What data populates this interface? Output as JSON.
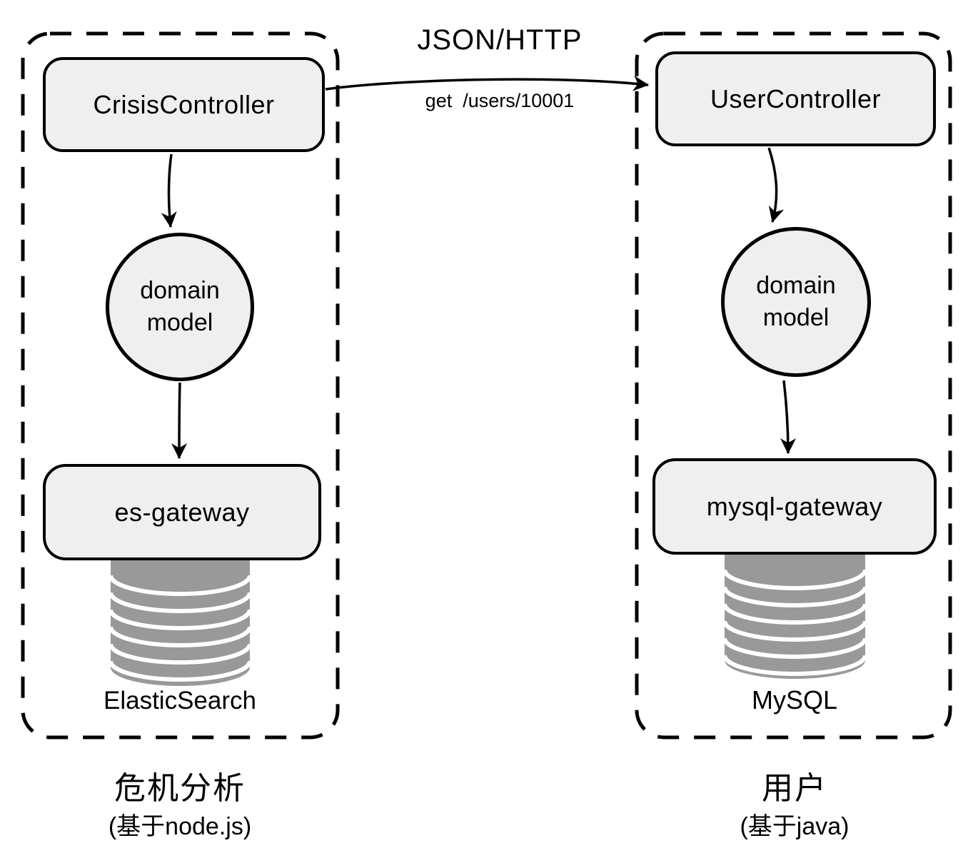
{
  "connection": {
    "protocol": "JSON/HTTP",
    "request": "get  /users/10001"
  },
  "left_service": {
    "controller": "CrisisController",
    "domain_model": {
      "line1": "domain",
      "line2": "model"
    },
    "gateway": "es-gateway",
    "database": "ElasticSearch",
    "caption": "危机分析",
    "caption_note": "(基于node.js)"
  },
  "right_service": {
    "controller": "UserController",
    "domain_model": {
      "line1": "domain",
      "line2": "model"
    },
    "gateway": "mysql-gateway",
    "database": "MySQL",
    "caption": "用户",
    "caption_note": "(基于java)"
  },
  "colors": {
    "node_fill": "#efefef",
    "node_border": "#000000",
    "database_gray": "#999999",
    "line_color": "#000000",
    "background": "#ffffff"
  }
}
